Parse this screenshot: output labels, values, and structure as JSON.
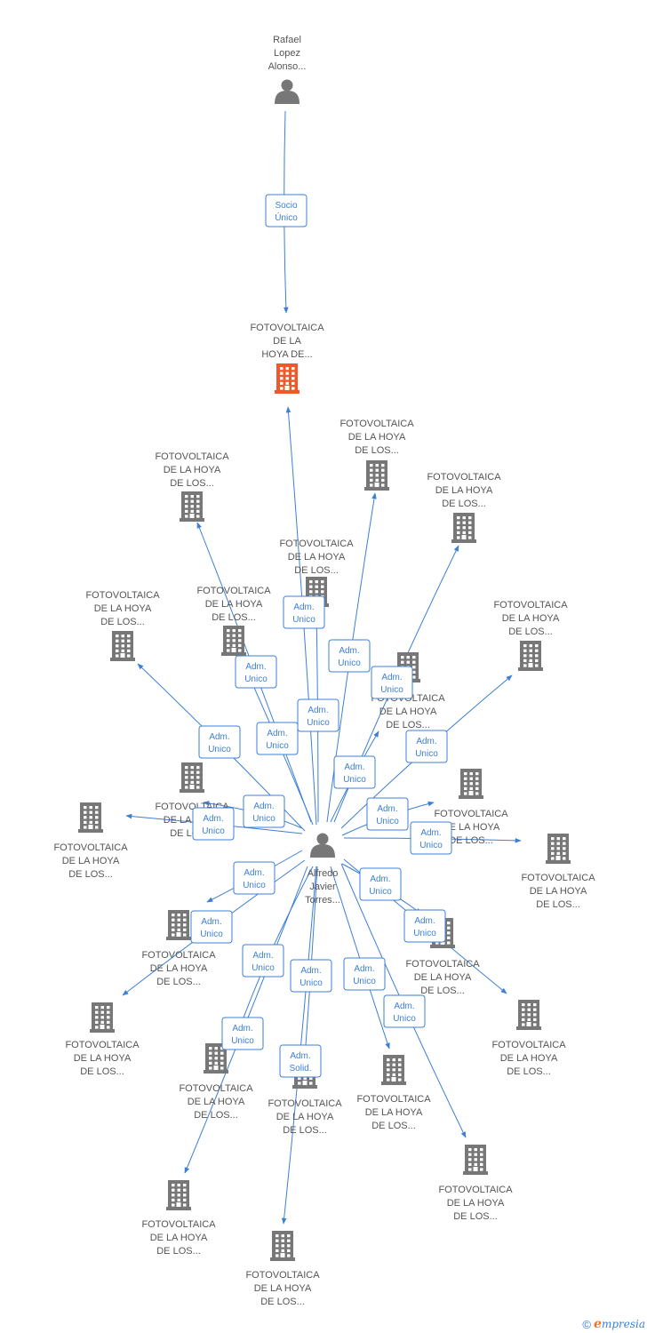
{
  "colors": {
    "edge": "#3c7fd6",
    "node": "#777777",
    "focus": "#f0582a",
    "label": "#555555"
  },
  "nodes": [
    {
      "id": "rafael",
      "type": "person",
      "label": [
        "Rafael",
        "Lopez",
        "Alonso..."
      ]
    },
    {
      "id": "focus",
      "type": "company-focus",
      "label": [
        "FOTOVOLTAICA",
        "DE LA",
        "HOYA DE..."
      ]
    },
    {
      "id": "alfredo",
      "type": "person",
      "label": [
        "Alfredo",
        "Javier",
        "Torres..."
      ]
    },
    {
      "id": "c1",
      "type": "company",
      "label": [
        "FOTOVOLTAICA",
        "DE LA HOYA",
        "DE LOS..."
      ]
    },
    {
      "id": "c2",
      "type": "company",
      "label": [
        "FOTOVOLTAICA",
        "DE LA HOYA",
        "DE LOS..."
      ]
    },
    {
      "id": "c3",
      "type": "company",
      "label": [
        "FOTOVOLTAICA",
        "DE LA HOYA",
        "DE LOS..."
      ]
    },
    {
      "id": "c4",
      "type": "company",
      "label": [
        "FOTOVOLTAICA",
        "DE LA HOYA",
        "DE LOS..."
      ]
    },
    {
      "id": "c5",
      "type": "company",
      "label": [
        "FOTOVOLTAICA",
        "DE LA HOYA",
        "DE LOS..."
      ]
    },
    {
      "id": "c6",
      "type": "company",
      "label": [
        "FOTOVOLTAICA",
        "DE LA HOYA",
        "DE LOS..."
      ]
    },
    {
      "id": "c7",
      "type": "company",
      "label": [
        "FOTOVOLTAICA",
        "DE LA HOYA",
        "DE LOS..."
      ]
    },
    {
      "id": "c8",
      "type": "company",
      "label": [
        "FOTOVOLTAICA",
        "DE LA HOYA",
        "DE LOS..."
      ]
    },
    {
      "id": "c9",
      "type": "company",
      "label": [
        "FOTOVOLTAICA",
        "DE LA HOYA",
        "DE LOS..."
      ]
    },
    {
      "id": "c10",
      "type": "company",
      "label": [
        "FOTOVOLTAICA",
        "DE LA HOYA",
        "DE LOS..."
      ]
    },
    {
      "id": "c11",
      "type": "company",
      "label": [
        "FOTOVOLTAICA",
        "DE LA HOYA",
        "DE LOS..."
      ]
    },
    {
      "id": "c12",
      "type": "company",
      "label": [
        "FOTOVOLTAICA",
        "DE LA HOYA",
        "DE LOS..."
      ]
    },
    {
      "id": "c13",
      "type": "company",
      "label": [
        "FOTOVOLTAICA",
        "DE LA HOYA",
        "DE LOS..."
      ]
    },
    {
      "id": "c14",
      "type": "company",
      "label": [
        "FOTOVOLTAICA",
        "DE LA HOYA",
        "DE LOS..."
      ]
    },
    {
      "id": "c15",
      "type": "company",
      "label": [
        "FOTOVOLTAICA",
        "DE LA HOYA",
        "DE LOS..."
      ]
    },
    {
      "id": "c16",
      "type": "company",
      "label": [
        "FOTOVOLTAICA",
        "DE LA HOYA",
        "DE LOS..."
      ]
    },
    {
      "id": "c17",
      "type": "company",
      "label": [
        "FOTOVOLTAICA",
        "DE LA HOYA",
        "DE LOS..."
      ]
    },
    {
      "id": "c18",
      "type": "company",
      "label": [
        "FOTOVOLTAICA",
        "DE LA HOYA",
        "DE LOS..."
      ]
    },
    {
      "id": "c19",
      "type": "company",
      "label": [
        "FOTOVOLTAICA",
        "DE LA HOYA",
        "DE LOS..."
      ]
    },
    {
      "id": "c20",
      "type": "company",
      "label": [
        "FOTOVOLTAICA",
        "DE LA HOYA",
        "DE LOS..."
      ]
    },
    {
      "id": "c21",
      "type": "company",
      "label": [
        "FOTOVOLTAICA",
        "DE LA HOYA",
        "DE LOS..."
      ]
    },
    {
      "id": "c22",
      "type": "company",
      "label": [
        "FOTOVOLTAICA",
        "DE LA HOYA",
        "DE LOS..."
      ]
    }
  ],
  "edges": [
    {
      "from": "rafael",
      "to": "focus",
      "label": [
        "Socio",
        "Único"
      ]
    },
    {
      "from": "alfredo",
      "to": "focus",
      "label": [
        "Adm.",
        "Unico"
      ]
    },
    {
      "from": "alfredo",
      "to": "c1",
      "label": [
        "Adm.",
        "Unico"
      ]
    },
    {
      "from": "alfredo",
      "to": "c2",
      "label": [
        "Adm.",
        "Unico"
      ]
    },
    {
      "from": "alfredo",
      "to": "c3",
      "label": [
        "Adm.",
        "Unico"
      ]
    },
    {
      "from": "alfredo",
      "to": "c4",
      "label": [
        "Adm.",
        "Unico"
      ]
    },
    {
      "from": "alfredo",
      "to": "c5",
      "label": [
        "Adm.",
        "Unico"
      ]
    },
    {
      "from": "alfredo",
      "to": "c6",
      "label": [
        "Adm.",
        "Unico"
      ]
    },
    {
      "from": "alfredo",
      "to": "c7",
      "label": [
        "Adm.",
        "Unico"
      ]
    },
    {
      "from": "alfredo",
      "to": "c8",
      "label": [
        "Adm.",
        "Unico"
      ]
    },
    {
      "from": "alfredo",
      "to": "c9",
      "label": [
        "Adm.",
        "Unico"
      ]
    },
    {
      "from": "alfredo",
      "to": "c10",
      "label": [
        "Adm.",
        "Unico"
      ]
    },
    {
      "from": "alfredo",
      "to": "c11",
      "label": [
        "Adm.",
        "Unico"
      ]
    },
    {
      "from": "alfredo",
      "to": "c12",
      "label": [
        "Adm.",
        "Unico"
      ]
    },
    {
      "from": "alfredo",
      "to": "c13",
      "label": [
        "Adm.",
        "Unico"
      ]
    },
    {
      "from": "alfredo",
      "to": "c14",
      "label": [
        "Adm.",
        "Unico"
      ]
    },
    {
      "from": "alfredo",
      "to": "c15",
      "label": [
        "Adm.",
        "Unico"
      ]
    },
    {
      "from": "alfredo",
      "to": "c16",
      "label": [
        "Adm.",
        "Unico"
      ]
    },
    {
      "from": "alfredo",
      "to": "c17",
      "label": [
        "Adm.",
        "Unico"
      ]
    },
    {
      "from": "alfredo",
      "to": "c18",
      "label": [
        "Adm.",
        "Unico"
      ]
    },
    {
      "from": "alfredo",
      "to": "c19",
      "label": [
        "Adm.",
        "Unico"
      ]
    },
    {
      "from": "alfredo",
      "to": "c20",
      "label": [
        "Adm.",
        "Unico"
      ]
    },
    {
      "from": "alfredo",
      "to": "c21",
      "label": [
        "Adm.",
        "Unico"
      ]
    },
    {
      "from": "alfredo",
      "to": "c22",
      "label": [
        "Adm.",
        "Solid."
      ]
    }
  ],
  "footer": {
    "copyright": "©",
    "brand_initial": "e",
    "brand_rest": "mpresia"
  }
}
